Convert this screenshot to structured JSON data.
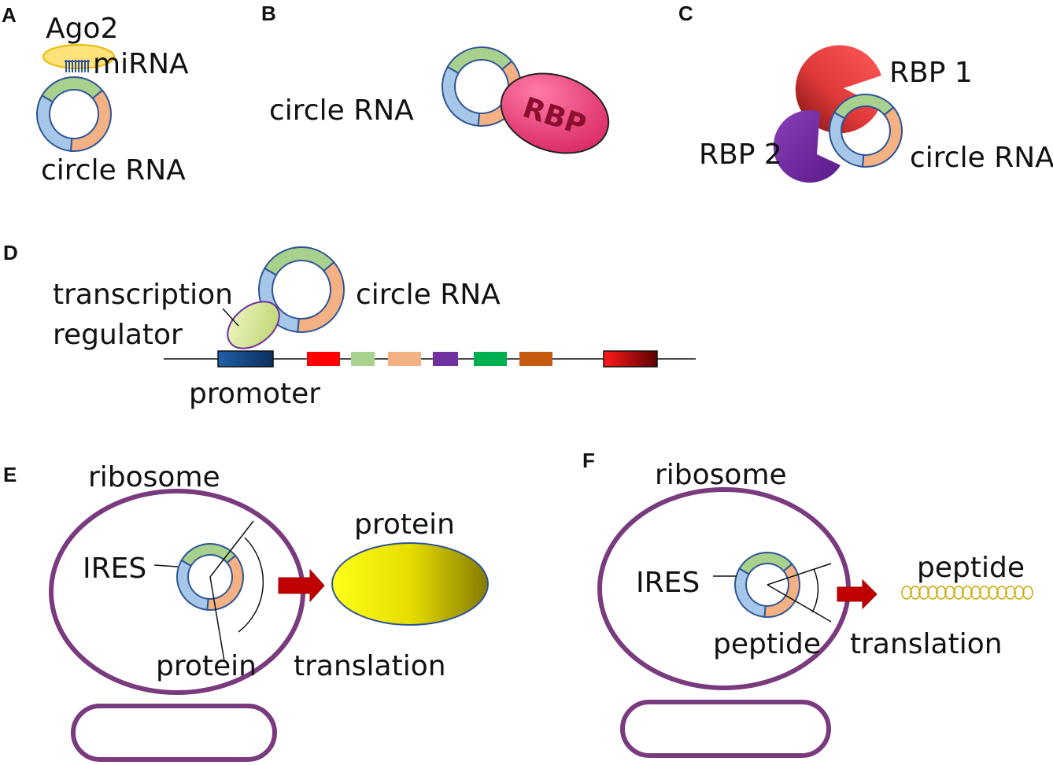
{
  "panels": {
    "a": {
      "letter": "A",
      "ago2": "Ago2",
      "mirna": "miRNA",
      "circ": "circle RNA"
    },
    "b": {
      "letter": "B",
      "circ": "circle RNA",
      "rbp": "RBP"
    },
    "c": {
      "letter": "C",
      "rbp1": "RBP 1",
      "rbp2": "RBP 2",
      "circ": "circle RNA"
    },
    "d": {
      "letter": "D",
      "tr1": "transcription",
      "tr2": "regulator",
      "circ": "circle RNA",
      "promoter": "promoter"
    },
    "e": {
      "letter": "E",
      "ribosome": "ribosome",
      "ires": "IRES",
      "protein_out": "protein",
      "protein": "protein",
      "translation": "translation"
    },
    "f": {
      "letter": "F",
      "ribosome": "ribosome",
      "ires": "IRES",
      "peptide_out": "peptide",
      "peptide": "peptide",
      "translation": "translation"
    }
  },
  "colors": {
    "ring_blue": "#a7c7e9",
    "ring_green": "#a9d18e",
    "ring_orange": "#f4b183",
    "ring_stroke": "#2f5597",
    "ribosome": "#7a3b7e",
    "rbp": "#e8407a",
    "arrow": "#c00000"
  },
  "gene_blocks": [
    "#1f5fa8",
    "#ff0000",
    "#a9d18e",
    "#f4b183",
    "#7030a0",
    "#00b050",
    "#c55a11",
    "#c00000"
  ]
}
